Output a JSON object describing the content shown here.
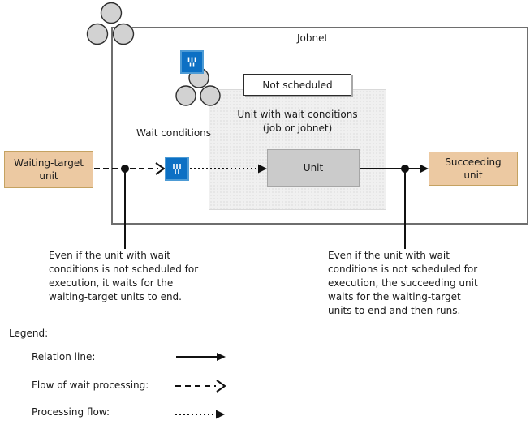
{
  "diagram": {
    "jobnet_label": "Jobnet",
    "not_scheduled_label": "Not scheduled",
    "unit_with_wait_label": "Unit with wait conditions\n(job or jobnet)",
    "wait_conditions_label": "Wait conditions",
    "waiting_target_unit_label": "Waiting-target\nunit",
    "unit_label": "Unit",
    "succeeding_unit_label": "Succeeding\nunit",
    "left_note": "Even if the unit with wait\nconditions is not scheduled for\nexecution, it waits for the\nwaiting-target units to end.",
    "right_note": "Even if the unit with wait\nconditions is not scheduled for\nexecution, the succeeding unit\nwaits for the waiting-target\nunits to end and then runs.",
    "icons": {
      "wait_icon": "wait-conditions-icon",
      "cluster_icon": "jobnet-circles-icon"
    },
    "colors": {
      "unit_box_fill": "#ecc9a2",
      "unit_box_border": "#c5a261",
      "wait_icon_fill": "#0c70c4",
      "wait_icon_border": "#4d9bd5",
      "circle_fill": "#d2d2d2",
      "inner_unit_fill": "#cbcbcb",
      "gray_region_fill": "#f0f0f0",
      "jobnet_border": "#6e6e6e"
    }
  },
  "legend": {
    "title": "Legend:",
    "items": [
      {
        "label": "Relation line:",
        "line_style": "solid"
      },
      {
        "label": "Flow of wait processing:",
        "line_style": "dashed"
      },
      {
        "label": "Processing flow:",
        "line_style": "dotted"
      }
    ]
  }
}
